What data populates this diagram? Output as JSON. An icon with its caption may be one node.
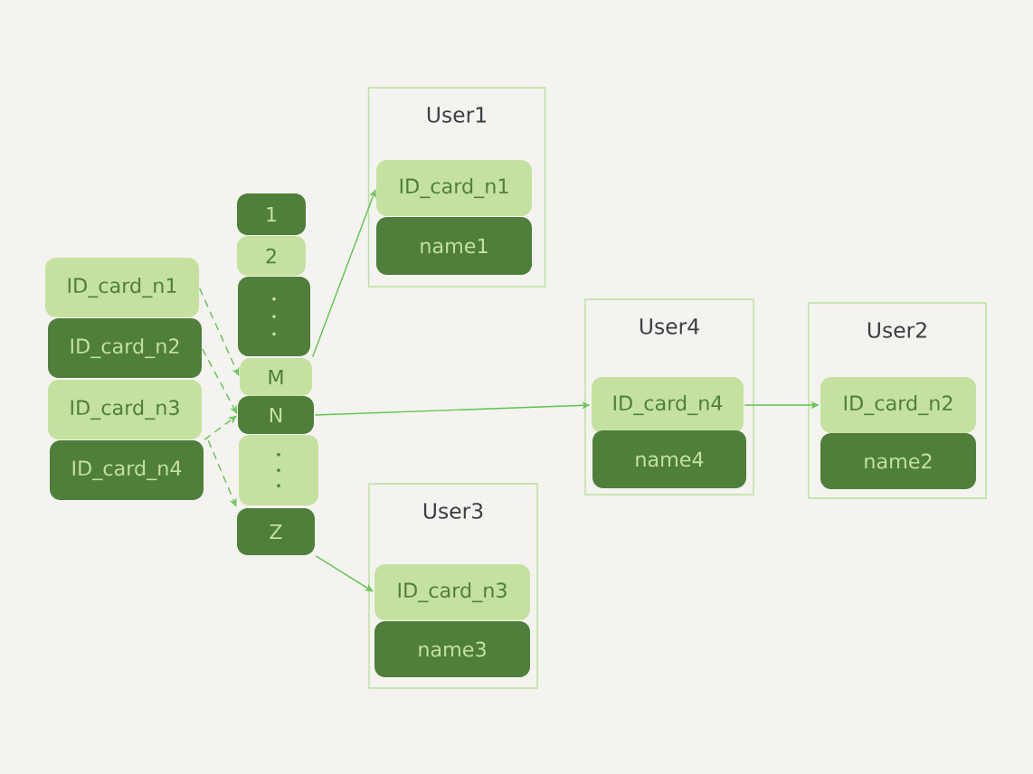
{
  "diagram": {
    "nodes": [
      {
        "text": [
          "ID_card_n1"
        ]
      },
      {
        "text": [
          "ID_card_n2"
        ]
      },
      {
        "text": [
          "ID_card_n3"
        ]
      },
      {
        "text": [
          "ID_card_n4"
        ]
      },
      {
        "text": [
          "1"
        ]
      },
      {
        "text": [
          "2"
        ]
      },
      {
        "text": [],
        "shape": "box"
      },
      {
        "text": [
          "M"
        ]
      },
      {
        "text": [
          "N"
        ]
      },
      {
        "text": [],
        "shape": "box"
      },
      {
        "text": [
          "Z"
        ]
      },
      {
        "text": [
          "User1"
        ]
      },
      {
        "text": [
          "ID_card_n1"
        ],
        "in": 11
      },
      {
        "text": [
          "name1"
        ],
        "in": 11
      },
      {
        "text": [
          "User4"
        ]
      },
      {
        "text": [
          "ID_card_n4"
        ],
        "in": 14
      },
      {
        "text": [
          "name4"
        ],
        "in": 14
      },
      {
        "text": [
          "User2"
        ]
      },
      {
        "text": [
          "ID_card_n2"
        ],
        "in": 17
      },
      {
        "text": [
          "name2"
        ],
        "in": 17
      },
      {
        "text": [
          "User3"
        ]
      },
      {
        "text": [
          "ID_card_n3"
        ],
        "in": 20
      },
      {
        "text": [
          "name3"
        ],
        "in": 20
      }
    ],
    "edges": [
      {
        "from": 0,
        "to": 7,
        "arrow": "to",
        "style": "dashed"
      },
      {
        "from": 1,
        "to": 8,
        "arrow": "to",
        "style": "dashed"
      },
      {
        "from": 3,
        "to": 8,
        "arrow": "to",
        "style": "dashed"
      },
      {
        "from": 2,
        "to": 10,
        "arrow": "to",
        "style": "dashed"
      },
      {
        "from": 7,
        "to": 12,
        "arrow": "to"
      },
      {
        "from": 8,
        "to": 15,
        "arrow": "to"
      },
      {
        "from": 15,
        "to": 18,
        "arrow": "to"
      },
      {
        "from": 10,
        "to": 21,
        "arrow": "to"
      }
    ]
  }
}
